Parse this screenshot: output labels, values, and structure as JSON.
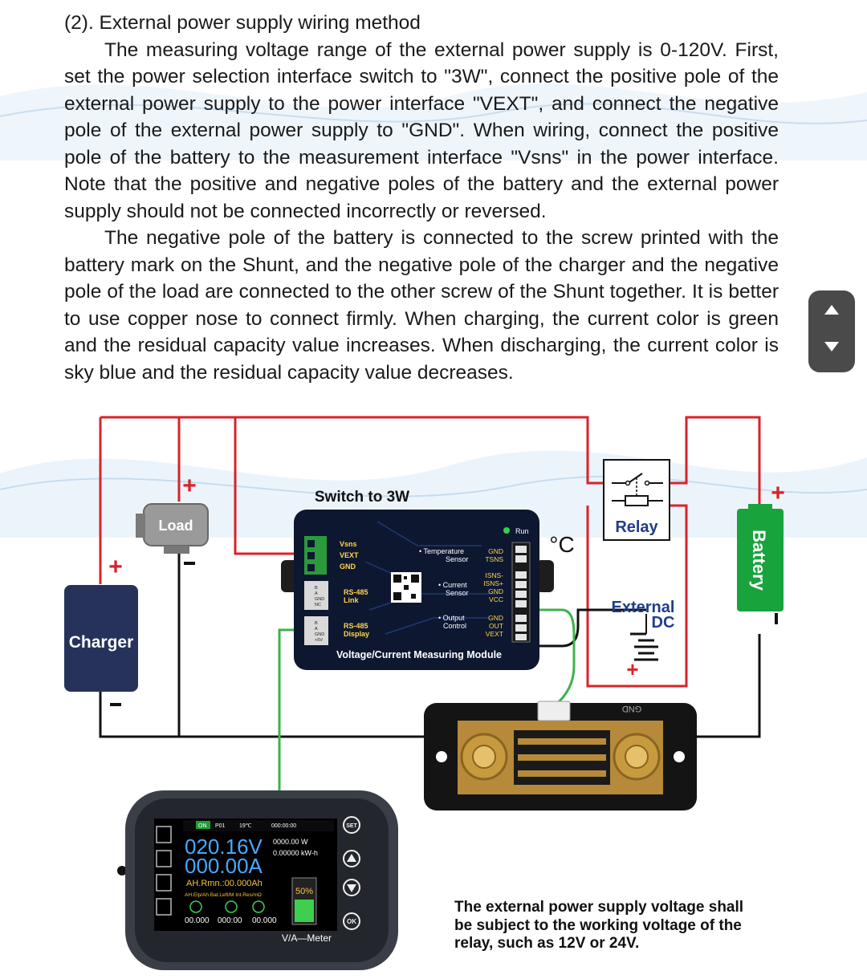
{
  "document": {
    "heading": "(2). External power supply wiring method",
    "paragraph_1": "The measuring voltage range of the external power supply is 0-120V. First, set the power selection interface switch to \"3W\", connect the positive pole of the external power supply to the power interface \"VEXT\", and connect the negative pole of the external power supply to \"GND\". When wiring, connect the positive pole of the battery to the measurement interface \"Vsns\" in the power interface. Note that the positive and negative poles of the battery and the external power supply should not be connected incorrectly or reversed.",
    "paragraph_2": "The negative pole of the battery is connected to the screw printed with the battery mark on the Shunt, and the negative pole of the charger and the negative pole of the load are connected to the other screw of the Shunt together. It is better to use copper nose to connect firmly. When charging, the current color is green and the residual capacity value increases. When discharging, the current color is sky blue and the residual capacity value decreases."
  },
  "diagram": {
    "switch_label": "Switch to 3W",
    "load_label": "Load",
    "charger_label": "Charger",
    "relay_label": "Relay",
    "battery_label": "Battery",
    "external_label_1": "External",
    "external_label_2": "DC",
    "celsius_label": "°C",
    "plus_sign": "+",
    "minus_sign": "-",
    "module": {
      "title": "Voltage/Current Measuring Module",
      "run": "Run",
      "power_pins": [
        "Vsns",
        "VEXT",
        "GND"
      ],
      "rs485_link": [
        "RS-485",
        "Link"
      ],
      "rs485_display": [
        "RS-485",
        "Display"
      ],
      "port_pins_1": [
        "B",
        "A",
        "GND",
        "NC"
      ],
      "port_pins_2": [
        "B",
        "A",
        "GND",
        "+5V"
      ],
      "temp_sensor": [
        "• Temperature",
        "Sensor"
      ],
      "temp_pins": [
        "GND",
        "TSNS"
      ],
      "current_sensor": [
        "• Current",
        "Sensor"
      ],
      "current_pins": [
        "ISNS-",
        "ISNS+",
        "GND",
        "VCC"
      ],
      "output_control": [
        "• Output",
        "Control"
      ],
      "output_pins": [
        "GND",
        "OUT",
        "VEXT"
      ]
    },
    "shunt_label": "GND",
    "meter": {
      "status_on": "ON",
      "status_p": "P01",
      "status_temp": "19℃",
      "status_time": "000:00:00",
      "voltage": "020.16V",
      "current": "000.00A",
      "power": "0000.00 W",
      "energy": "0.00000 kW-h",
      "ah_line": "AH.Rmn.:00.000Ah",
      "sub_labels": "AH.Elp/Ah   Bat.Left/M   Int.Res/mΩ",
      "sub_values": [
        "00.000",
        "000:00",
        "00.000"
      ],
      "percent": "50%",
      "brand": "V/A—Meter",
      "buttons": [
        "SET",
        "OK"
      ]
    }
  },
  "note": [
    "The external power supply voltage shall",
    "be subject to the working voltage of the",
    "relay, such as 12V or 24V."
  ],
  "colors": {
    "wire_red": "#d8232a",
    "wire_green": "#3bb34a",
    "wire_black": "#111111",
    "battery_green": "#18a33c",
    "charger_navy": "#26325a",
    "module_bg": "#0e1730",
    "nav_bg": "#4a4a4a"
  }
}
